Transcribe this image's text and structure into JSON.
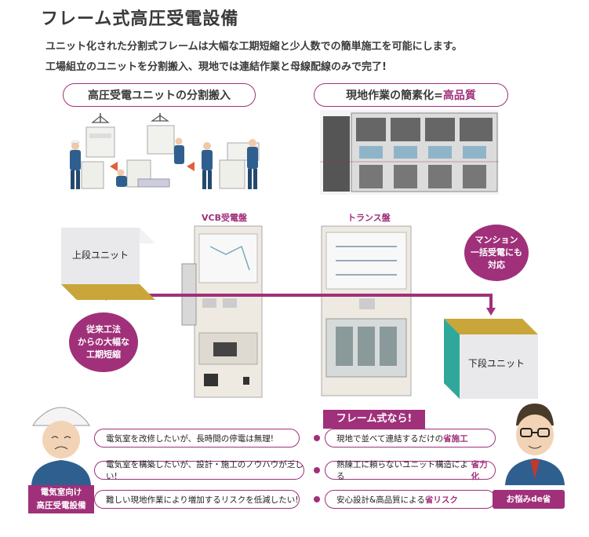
{
  "title": "フレーム式高圧受電設備",
  "lead": [
    "ユニット化された分割式フレームは大幅な工期短縮と少人数での簡単施工を可能にします。",
    "工場組立のユニットを分割搬入、現地では連結作業と母線配線のみで完了!"
  ],
  "pills": {
    "left": "高圧受電ユニットの分割搬入",
    "right_prefix": "現地作業の簡素化=",
    "right_highlight": "高品質"
  },
  "panels": {
    "vcb_label": "VCB受電盤",
    "trans_label": "トランス盤"
  },
  "cubes": {
    "upper": "上段ユニット",
    "lower": "下段ユニット"
  },
  "bubbles": {
    "left": [
      "従来工法",
      "からの大幅な",
      "工期短縮"
    ],
    "right": [
      "マンション",
      "一括受電にも",
      "対応"
    ]
  },
  "problems": [
    "電気室を改修したいが、長時間の停電は無理!",
    "電気室を構築したいが、設計・施工のノウハウが乏しい!",
    "難しい現地作業により増加するリスクを低減したい!"
  ],
  "banner": "フレーム式なら!",
  "solutions": [
    {
      "text": "現地で並べて連結するだけの",
      "highlight": "省施工"
    },
    {
      "text": "熟練工に頼らないユニット構造による",
      "highlight": "省力化"
    },
    {
      "text": "安心設計&高品質による",
      "highlight": "省リスク"
    }
  ],
  "left_tag": [
    "電気室向け",
    "高圧受電設備"
  ],
  "right_tag": "お悩みde省",
  "colors": {
    "accent": "#a0307a",
    "cube_top": "#c9a53a",
    "cube_side": "#2fa89a",
    "worker": "#2f5f8f"
  },
  "icons": [
    "arrow-right-icon",
    "worker-icon",
    "hardhat-icon",
    "glasses-icon",
    "tie-icon"
  ]
}
